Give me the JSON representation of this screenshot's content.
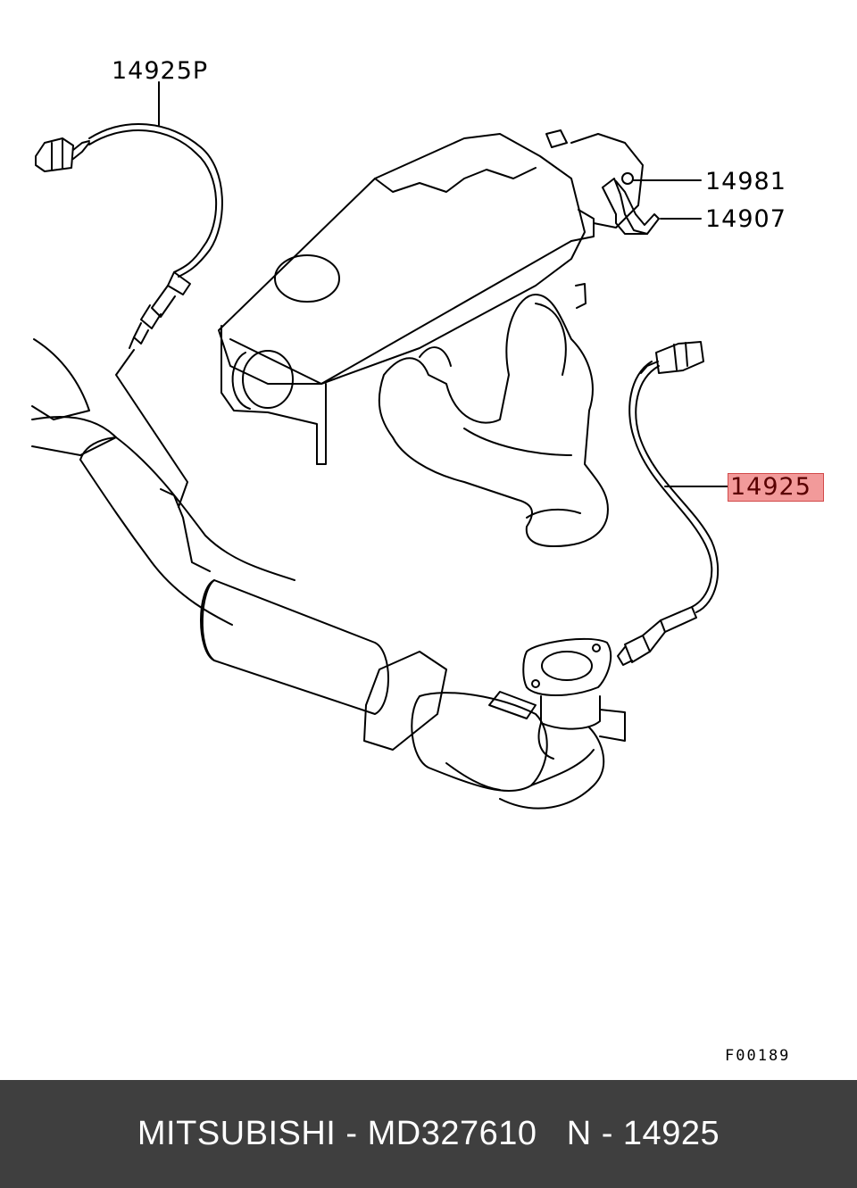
{
  "callouts": {
    "rear_sensor": "14925P",
    "bolt": "14981",
    "bracket": "14907",
    "front_sensor": "14925"
  },
  "figure_code": "F00189",
  "footer": {
    "text": "MITSUBISHI - MD327610   N - 14925"
  },
  "colors": {
    "highlight": "#f29a9a",
    "footer_bg": "#3f3f3f"
  }
}
